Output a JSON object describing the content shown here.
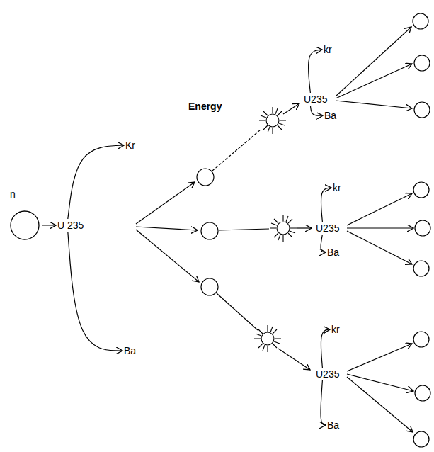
{
  "diagram": {
    "nodes": [
      {
        "text": [
          "n"
        ]
      },
      {
        "text": [
          "U 235"
        ]
      },
      {
        "text": [
          "Kr"
        ]
      },
      {
        "text": [
          "Ba"
        ]
      },
      {
        "text": [
          "U235"
        ]
      },
      {
        "text": [
          "kr"
        ]
      },
      {
        "text": [
          "Ba"
        ]
      },
      {
        "text": [
          "U235"
        ]
      },
      {
        "text": [
          "kr"
        ]
      },
      {
        "text": [
          "Ba"
        ]
      },
      {
        "text": [
          "U235"
        ]
      },
      {
        "text": [
          "kr"
        ]
      },
      {
        "text": [
          "Ba"
        ]
      }
    ],
    "edges": [
      {
        "from": 0,
        "to": 1,
        "arrow": "to"
      },
      {
        "from": 1,
        "to": 2,
        "arrow": "to"
      },
      {
        "from": 1,
        "to": 3,
        "arrow": "to"
      },
      {
        "from": 4,
        "to": 5,
        "arrow": "to"
      },
      {
        "from": 4,
        "to": 6,
        "arrow": "to"
      },
      {
        "from": 7,
        "to": 8,
        "arrow": "to"
      },
      {
        "from": 7,
        "to": 9,
        "arrow": "to"
      },
      {
        "from": 10,
        "to": 11,
        "arrow": "to"
      },
      {
        "from": 10,
        "to": 12,
        "arrow": "to"
      }
    ],
    "labels": [
      "Energy"
    ]
  }
}
